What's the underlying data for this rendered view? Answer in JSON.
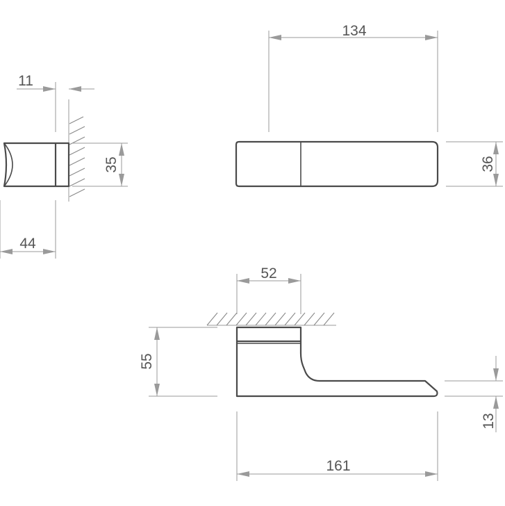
{
  "dimensions": {
    "rose_thickness": "11",
    "rose_height": "35",
    "projection_depth": "44",
    "lever_length": "134",
    "lever_width": "36",
    "rose_width": "52",
    "total_height": "55",
    "grip_thickness": "13",
    "total_length": "161"
  }
}
